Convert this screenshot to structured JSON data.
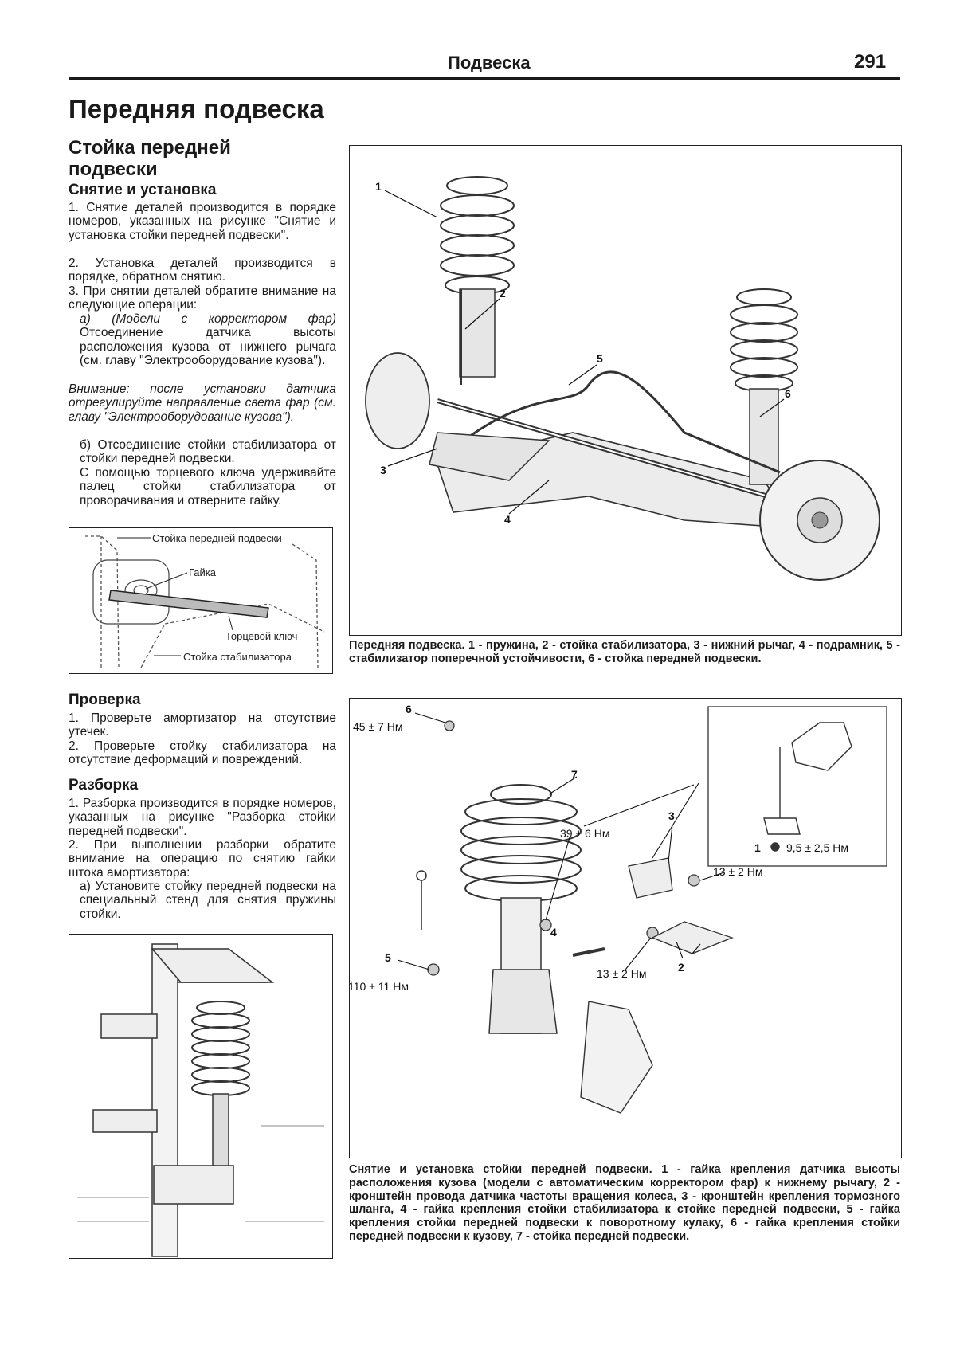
{
  "header": {
    "section": "Подвеска",
    "page_number": "291"
  },
  "main_title": "Передняя подвеска",
  "strut": {
    "title": "Стойка передней подвески",
    "removal": {
      "heading": "Снятие и установка",
      "p1": "1. Снятие деталей производится в порядке номеров, указанных на рисунке \"Снятие и установка стойки передней подвески\".",
      "p2": "2. Установка деталей производится в порядке, обратном снятию.",
      "p3": "3. При снятии деталей обратите внимание на следующие операции:",
      "p3a_italic": "а) (Модели с корректором фар)",
      "p3a_rest": " Отсоединение датчика высоты расположения кузова от нижнего рычага (см. главу \"Электрооборудование кузова\").",
      "warning_label": "Внимание",
      "warning_text": ": после установки датчика отрегулируйте направление света фар (см. главу \"Электрооборудование кузова\").",
      "p3b": "б) Отсоединение стойки стабилизатора от стойки передней подвески.",
      "p3b_note": "С помощью торцевого ключа удерживайте палец стойки стабилизатора от проворачивания и отверните гайку."
    },
    "inset_figure": {
      "label_strut": "Стойка передней подвески",
      "label_nut": "Гайка",
      "label_wrench": "Торцевой ключ",
      "label_stabilizer": "Стойка стабилизатора"
    },
    "check": {
      "heading": "Проверка",
      "p1": "1. Проверьте амортизатор на отсутствие утечек.",
      "p2": "2. Проверьте стойку стабилизатора на отсутствие деформаций и повреждений."
    },
    "disassembly": {
      "heading": "Разборка",
      "p1": "1. Разборка производится в порядке номеров, указанных на рисунке \"Разборка стойки передней подвески\".",
      "p2": "2. При выполнении разборки обратите внимание на операцию по снятию гайки штока амортизатора:",
      "p2a": "а) Установите стойку передней подвески на специальный стенд для снятия пружины стойки."
    }
  },
  "figure1": {
    "callouts": [
      "1",
      "2",
      "3",
      "4",
      "5",
      "6"
    ],
    "caption": "Передняя подвеска. 1 - пружина, 2 - стойка стабилизатора, 3 - нижний рычаг, 4 - подрамник, 5 - стабилизатор поперечной устойчивости, 6 - стойка передней подвески."
  },
  "figure2": {
    "callouts": [
      "1",
      "2",
      "3",
      "4",
      "5",
      "6",
      "7"
    ],
    "torques": {
      "t6": "45 ± 7 Нм",
      "t4": "39 ± 6 Нм",
      "t3": "13 ± 2 Нм",
      "t2": "13 ± 2 Нм",
      "t5": "110 ± 11 Нм",
      "t1": "9,5 ± 2,5 Нм"
    },
    "caption": "Снятие и установка стойки передней подвески. 1 - гайка крепления датчика высоты расположения кузова (модели с автоматическим корректором фар) к нижнему рычагу, 2 - кронштейн провода датчика частоты вращения колеса, 3 - кронштейн крепления тормозного шланга, 4 - гайка крепления стойки стабилизатора к стойке передней подвески, 5 - гайка крепления стойки передней подвески к поворотному кулаку, 6 - гайка крепления стойки передней подвески к кузову, 7 - стойка передней подвески."
  }
}
